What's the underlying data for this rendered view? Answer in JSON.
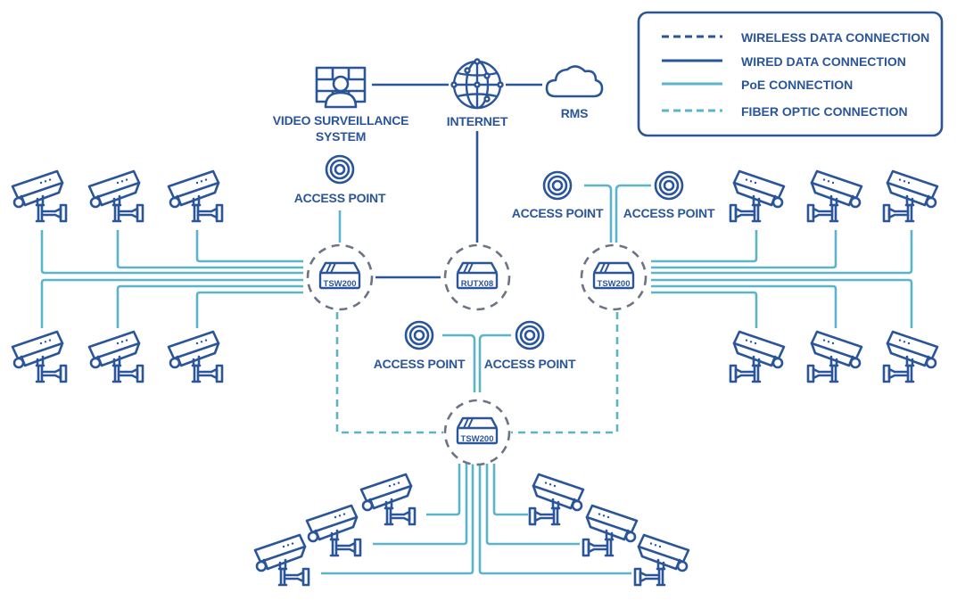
{
  "colors": {
    "primary": "#2a5599",
    "poe": "#5bb5c9",
    "zone": "#6b7384",
    "background": "#ffffff"
  },
  "legend": {
    "items": [
      {
        "style": "wireless",
        "label": "WIRELESS DATA CONNECTION"
      },
      {
        "style": "wired",
        "label": "WIRED DATA CONNECTION"
      },
      {
        "style": "poe",
        "label": "PoE CONNECTION"
      },
      {
        "style": "fiber",
        "label": "FIBER OPTIC CONNECTION"
      }
    ]
  },
  "nodes": {
    "vss": {
      "label_line1": "VIDEO SURVEILLANCE",
      "label_line2": "SYSTEM",
      "icon": "video-surveillance-system-icon"
    },
    "internet": {
      "label": "INTERNET",
      "icon": "globe-icon"
    },
    "rms": {
      "label": "RMS",
      "icon": "cloud-icon"
    },
    "router": {
      "label": "RUTX08",
      "icon": "router-icon"
    },
    "switch_left": {
      "label": "TSW200",
      "icon": "switch-icon"
    },
    "switch_right": {
      "label": "TSW200",
      "icon": "switch-icon"
    },
    "switch_bottom": {
      "label": "TSW200",
      "icon": "switch-icon"
    },
    "ap_left": {
      "label": "ACCESS POINT",
      "icon": "access-point-icon"
    },
    "ap_right_1": {
      "label": "ACCESS POINT",
      "icon": "access-point-icon"
    },
    "ap_right_2": {
      "label": "ACCESS POINT",
      "icon": "access-point-icon"
    },
    "ap_bottom_1": {
      "label": "ACCESS POINT",
      "icon": "access-point-icon"
    },
    "ap_bottom_2": {
      "label": "ACCESS POINT",
      "icon": "access-point-icon"
    }
  },
  "camera_groups": {
    "left": {
      "count": 6,
      "switch": "switch_left"
    },
    "right": {
      "count": 6,
      "switch": "switch_right"
    },
    "bottom": {
      "count": 6,
      "switch": "switch_bottom"
    }
  }
}
